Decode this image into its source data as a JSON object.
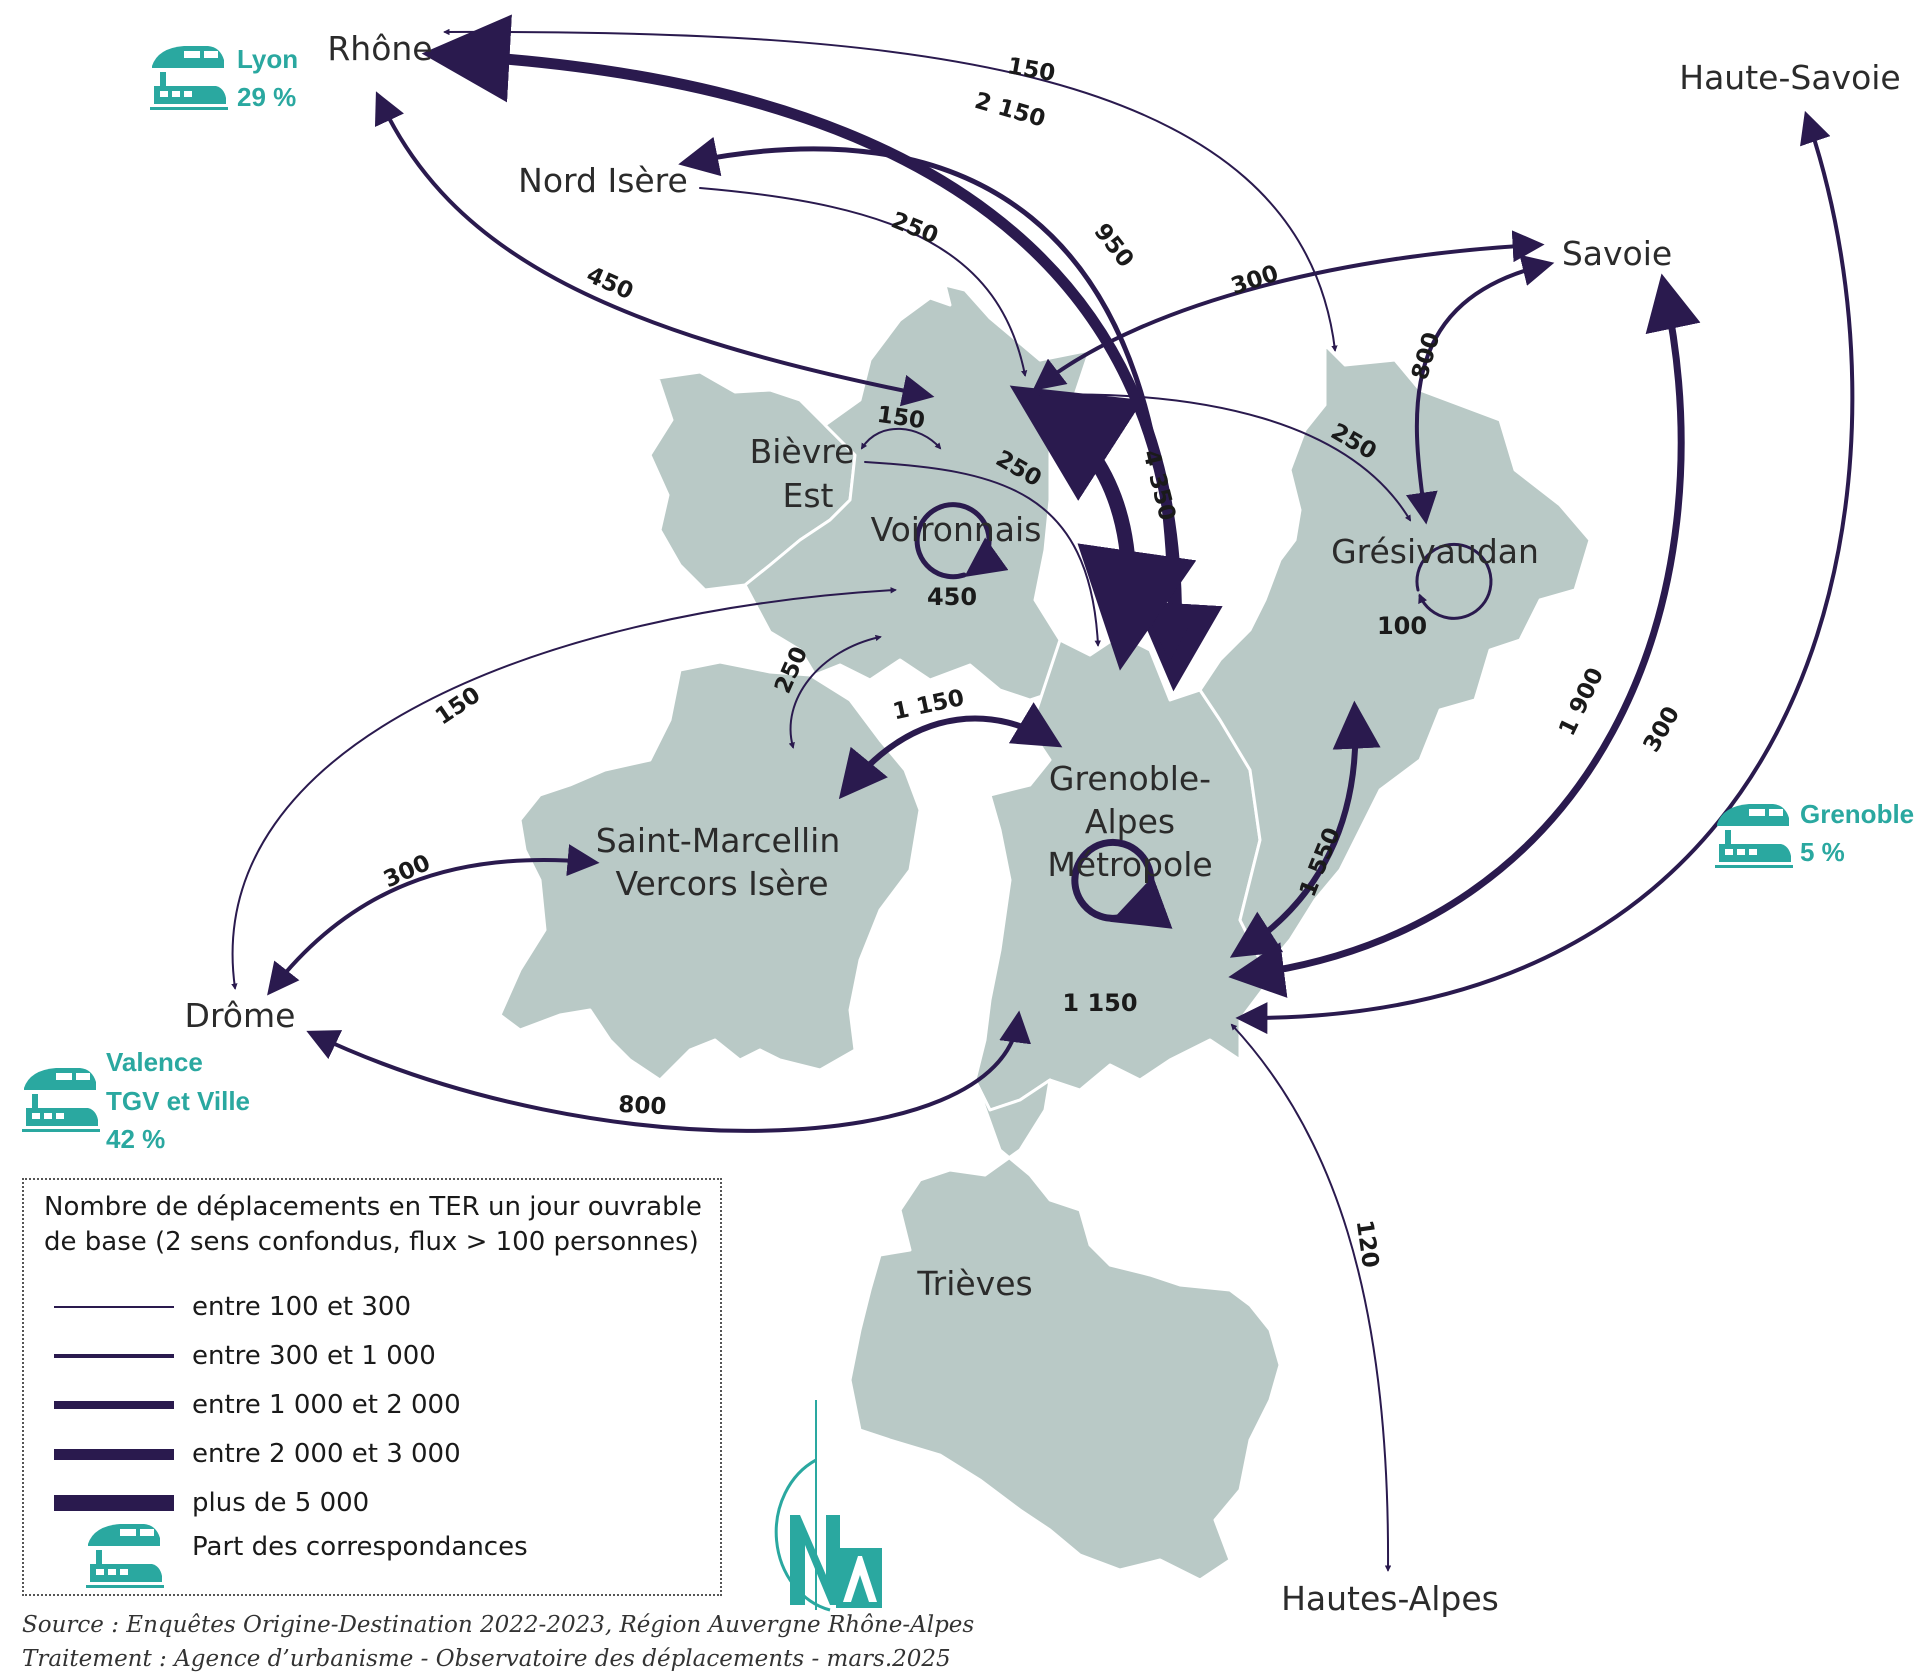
{
  "places": {
    "rhone": "Rhône",
    "nord_isere": "Nord Isère",
    "haute_savoie": "Haute-Savoie",
    "savoie": "Savoie",
    "bievre_est": [
      "Bièvre",
      "Est"
    ],
    "voironnais": "Voironnais",
    "gresivaudan": "Grésivaudan",
    "grenoble": [
      "Grenoble-",
      "Alpes",
      "Métropole"
    ],
    "saint_marcellin": [
      "Saint-Marcellin",
      "Vercors Isère"
    ],
    "drome": "Drôme",
    "trieves": "Trièves",
    "hautes_alpes": "Hautes-Alpes"
  },
  "flows": [
    {
      "id": "rhone-gresivaudan",
      "value": "150",
      "class": "100-300"
    },
    {
      "id": "rhone-grenoble",
      "value": "2 150",
      "class": "2000-3000"
    },
    {
      "id": "nordisere-grenoble",
      "value": "950",
      "class": "300-1000"
    },
    {
      "id": "nordisere-voironnais",
      "value": "250",
      "class": "100-300"
    },
    {
      "id": "rhone-voironnais",
      "value": "450",
      "class": "300-1000"
    },
    {
      "id": "savoie-voironnais",
      "value": "300",
      "class": "300-1000"
    },
    {
      "id": "savoie-gresivaudan",
      "value": "800",
      "class": "300-1000"
    },
    {
      "id": "voironnais-grenoble",
      "value": "4 350",
      "class": "5000+"
    },
    {
      "id": "voironnais-gresivaudan",
      "value": "250",
      "class": "100-300"
    },
    {
      "id": "bievre-voironnais",
      "value": "150",
      "class": "100-300"
    },
    {
      "id": "bievre-grenoble",
      "value": "250",
      "class": "100-300"
    },
    {
      "id": "voironnais-drome",
      "value": "150",
      "class": "100-300"
    },
    {
      "id": "voironnais-saintmarcellin",
      "value": "250",
      "class": "100-300"
    },
    {
      "id": "saintmarcellin-grenoble",
      "value": "1 150",
      "class": "1000-2000"
    },
    {
      "id": "drome-saintmarcellin",
      "value": "300",
      "class": "300-1000"
    },
    {
      "id": "drome-grenoble",
      "value": "800",
      "class": "300-1000"
    },
    {
      "id": "gresivaudan-grenoble",
      "value": "1 550",
      "class": "1000-2000"
    },
    {
      "id": "savoie-grenoble",
      "value": "1 900",
      "class": "1000-2000"
    },
    {
      "id": "hautesavoie-grenoble",
      "value": "300",
      "class": "300-1000"
    },
    {
      "id": "hautesalpes-grenoble",
      "value": "120",
      "class": "100-300"
    }
  ],
  "internal_flows": {
    "voironnais": "450",
    "gresivaudan": "100",
    "grenoble": "1 150"
  },
  "correspondences": {
    "lyon": {
      "name": "Lyon",
      "share": "29 %"
    },
    "grenoble": {
      "name": "Grenoble",
      "share": "5 %"
    },
    "valence": {
      "name_lines": [
        "Valence",
        "TGV et Ville"
      ],
      "share": "42 %"
    }
  },
  "legend": {
    "title": "Nombre de déplacements en TER un jour ouvrable de base (2 sens confondus, flux > 100 personnes)",
    "classes": [
      {
        "label": "entre 100 et 300",
        "weight": 1
      },
      {
        "label": "entre 300 et 1 000",
        "weight": 2
      },
      {
        "label": "entre 1 000 et 2 000",
        "weight": 3
      },
      {
        "label": "entre 2 000  et 3 000",
        "weight": 4
      },
      {
        "label": "plus de 5 000",
        "weight": 5
      }
    ],
    "correspondence_label": "Part des correspondances"
  },
  "source": {
    "line1": "Source : Enquêtes Origine-Destination 2022-2023, Région Auvergne Rhône-Alpes",
    "line2": "Traitement : Agence d’urbanisme - Observatoire des déplacements - mars.2025"
  },
  "colors": {
    "territory": "#b9c9c6",
    "flow": "#2a1a4e",
    "accent": "#2aa8a0",
    "border": "#ffffff"
  }
}
